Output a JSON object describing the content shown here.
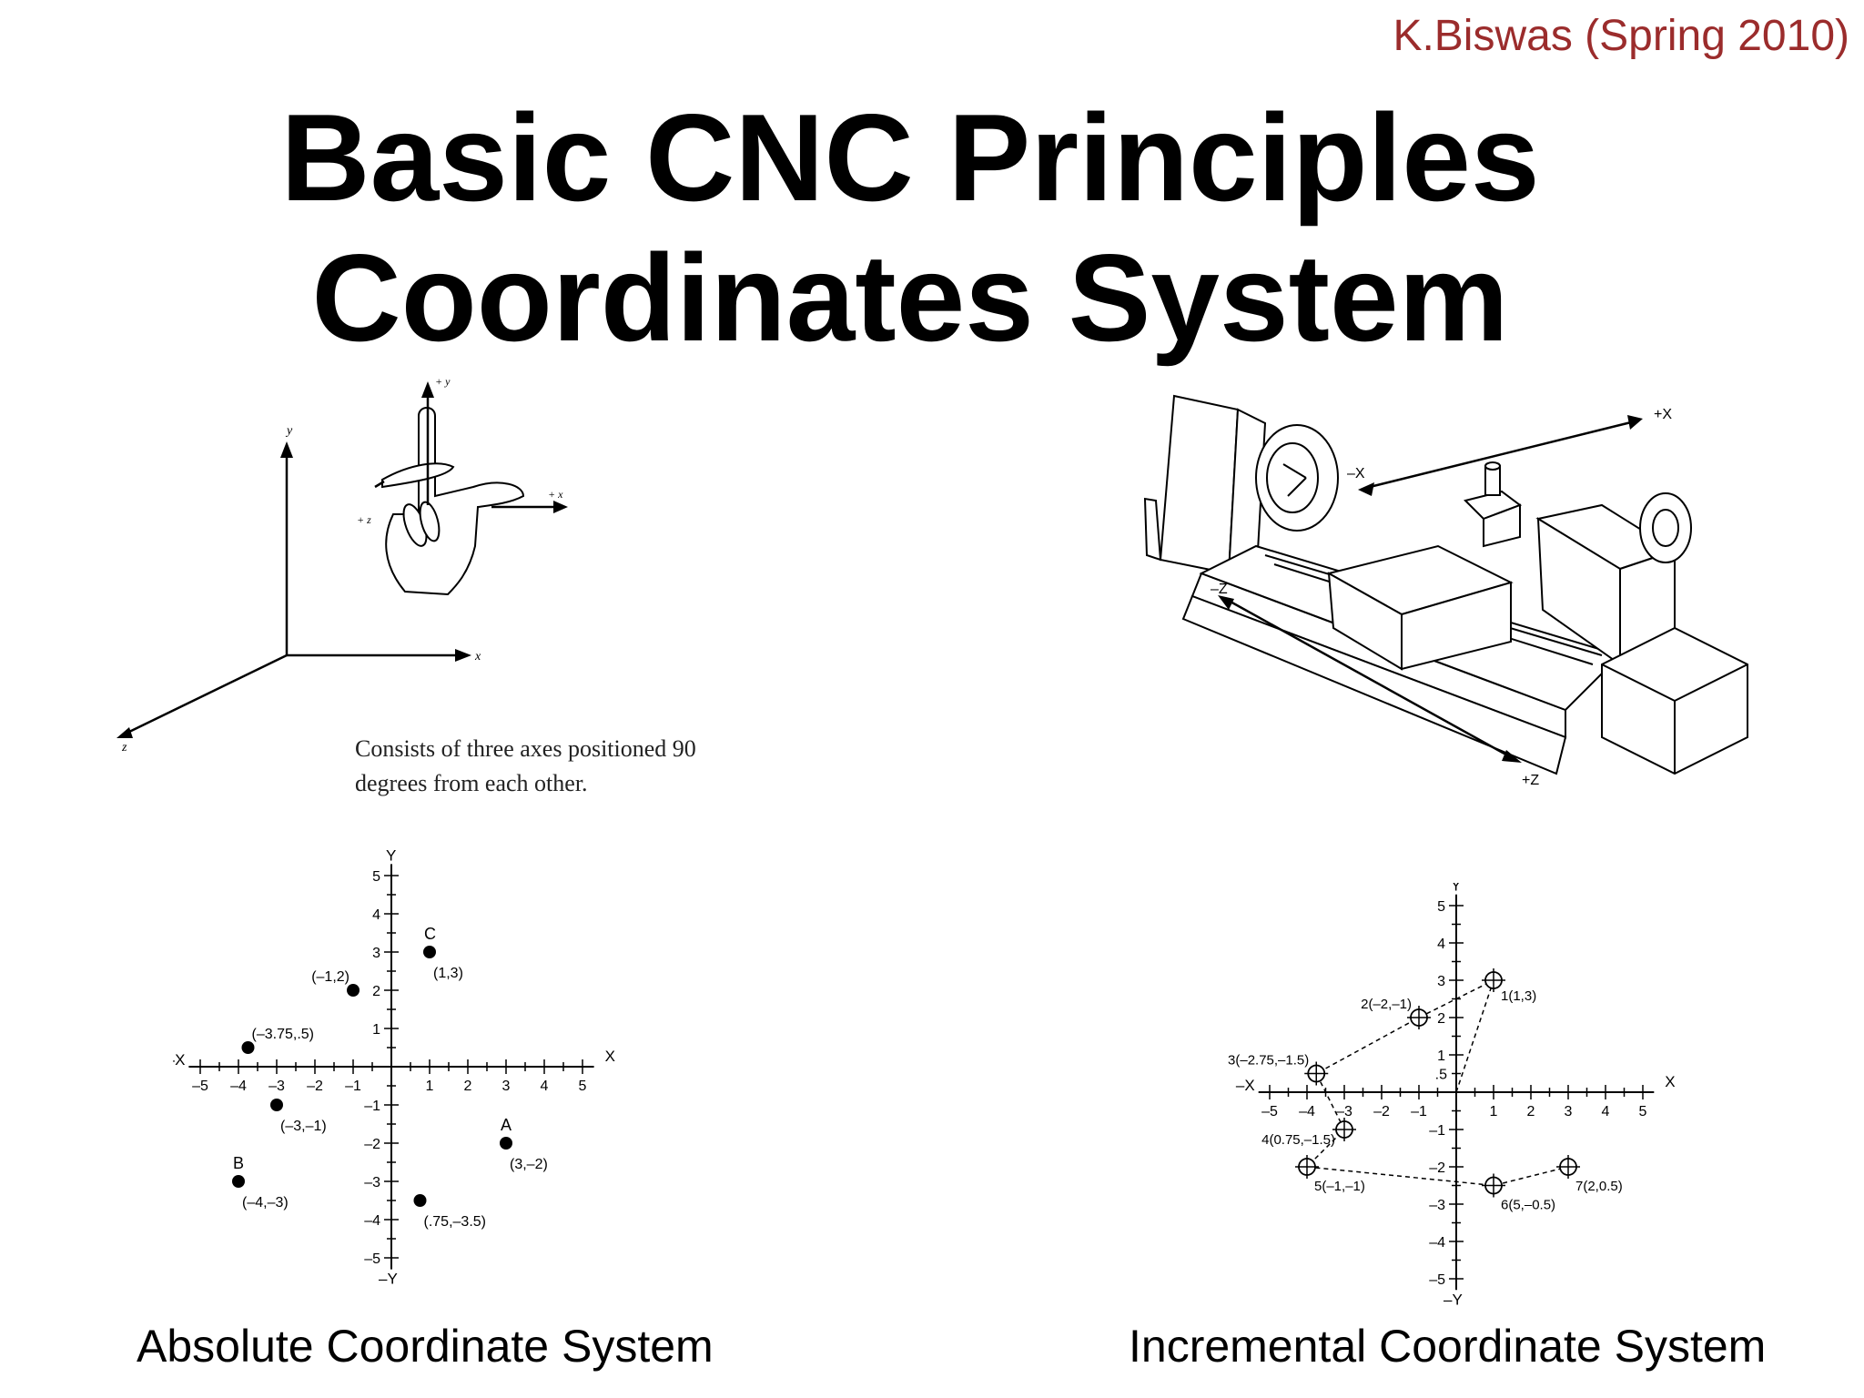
{
  "slide": {
    "author": "K.Biswas (Spring 2010)",
    "title_line1": "Basic CNC Principles",
    "title_line2": "Coordinates System",
    "caption_left": "Absolute Coordinate System",
    "caption_right": "Incremental Coordinate System"
  },
  "hand_figure": {
    "axis_y": "y",
    "axis_x": "x",
    "axis_z": "z",
    "hand_y": "+ y",
    "hand_x": "+ x",
    "hand_z": "+ z",
    "desc_line1": "Consists of three axes positioned 90",
    "desc_line2": "degrees from each other."
  },
  "lathe_figure": {
    "plus_x": "+X",
    "minus_x": "–X",
    "minus_z": "–Z",
    "plus_z": "+Z"
  },
  "absolute_plot": {
    "axis_x": "X",
    "axis_neg_x": "–X",
    "axis_y": "Y",
    "axis_neg_y": "–Y",
    "ticks": [
      -5,
      -4,
      -3,
      -2,
      -1,
      1,
      2,
      3,
      4,
      5
    ],
    "points": [
      {
        "x": 1,
        "y": 3,
        "label": "(1,3)",
        "name": "C"
      },
      {
        "x": -1,
        "y": 2,
        "label": "(–1,2)",
        "name": ""
      },
      {
        "x": -3.75,
        "y": 0.5,
        "label": "(–3.75,.5)",
        "name": ""
      },
      {
        "x": -3,
        "y": -1,
        "label": "(–3,–1)",
        "name": ""
      },
      {
        "x": 3,
        "y": -2,
        "label": "(3,–2)",
        "name": "A"
      },
      {
        "x": -4,
        "y": -3,
        "label": "(–4,–3)",
        "name": "B"
      },
      {
        "x": 0.75,
        "y": -3.5,
        "label": "(.75,–3.5)",
        "name": ""
      }
    ]
  },
  "incremental_plot": {
    "axis_x": "X",
    "axis_neg_x": "–X",
    "axis_y": "Y",
    "axis_neg_y": "–Y",
    "ticks": [
      -5,
      -4,
      -3,
      -2,
      -1,
      1,
      2,
      3,
      4,
      5
    ],
    "half_tick_label": ".5",
    "points": [
      {
        "x": 1,
        "y": 3,
        "label": "1(1,3)"
      },
      {
        "x": -1,
        "y": 2,
        "label": "2(–2,–1)"
      },
      {
        "x": -3.75,
        "y": 0.5,
        "label": "3(–2.75,–1.5)"
      },
      {
        "x": -3,
        "y": -1,
        "label": "4(0.75,–1.5)"
      },
      {
        "x": -4,
        "y": -2,
        "label": "5(–1,–1)"
      },
      {
        "x": 1,
        "y": -2.5,
        "label": "6(5,–0.5)"
      },
      {
        "x": 3,
        "y": -2,
        "label": "7(2,0.5)"
      }
    ]
  }
}
